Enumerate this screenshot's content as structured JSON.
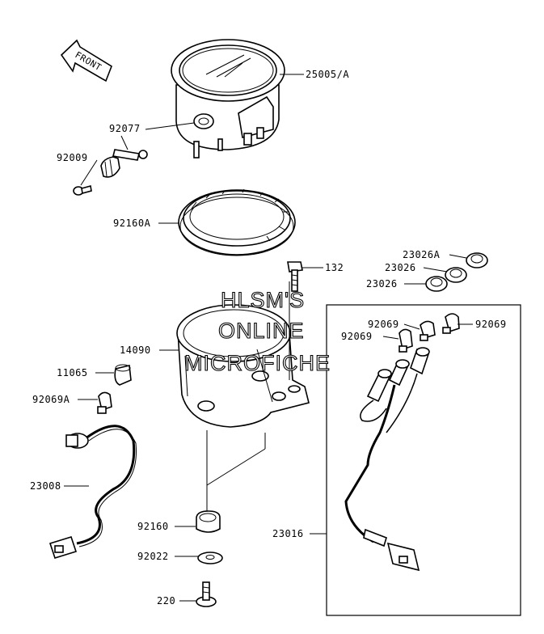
{
  "diagram": {
    "front_arrow": "FRONT",
    "parts": {
      "p25005": "25005/A",
      "p92077": "92077",
      "p92009": "92009",
      "p92160A": "92160A",
      "p132": "132",
      "p23026A": "23026A",
      "p23026a": "23026",
      "p23026b": "23026",
      "p14090": "14090",
      "p11065": "11065",
      "p92069A": "92069A",
      "p92069a": "92069",
      "p92069b": "92069",
      "p92069c": "92069",
      "p23008": "23008",
      "p92160": "92160",
      "p92022": "92022",
      "p220": "220",
      "p23016": "23016"
    },
    "watermark": {
      "line1": "HLSM'S",
      "line2": "ONLINE",
      "line3": "MICROFICHE"
    }
  }
}
